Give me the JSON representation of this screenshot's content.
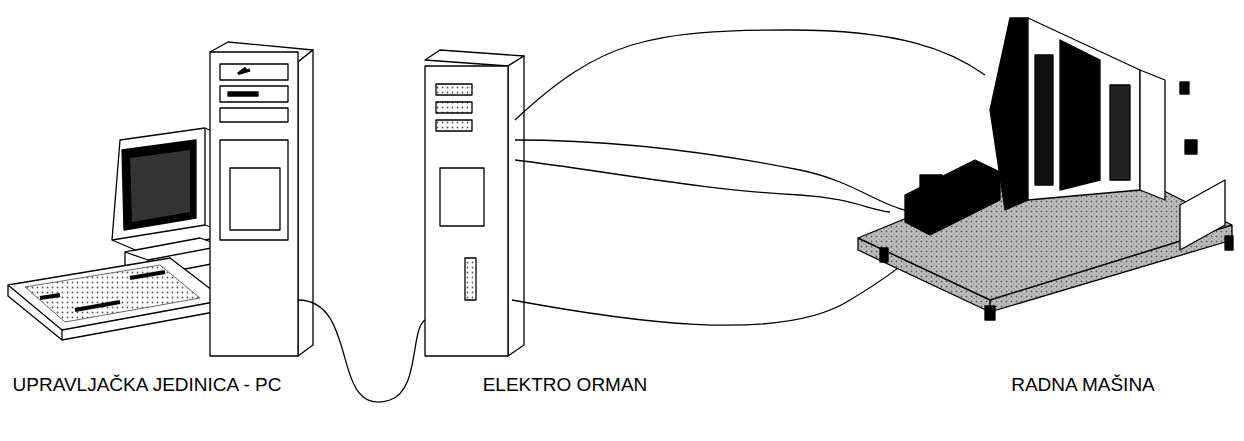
{
  "diagram": {
    "labels": [
      "UPRAVLJAČKA JEDINICA - PC",
      "ELEKTRO ORMAN",
      "RADNA MAŠINA"
    ]
  }
}
